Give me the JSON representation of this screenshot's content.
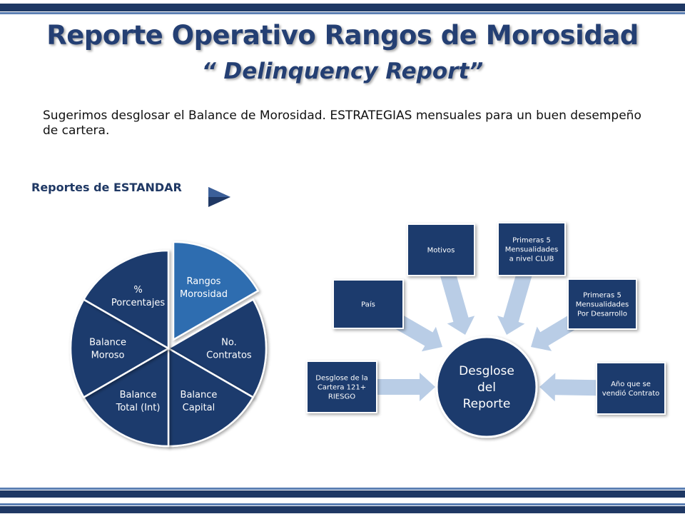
{
  "title": {
    "line1": "Reporte  Operativo Rangos de Morosidad",
    "line2": "“ Delinquency Report”"
  },
  "subtitle": "Sugerimos  desglosar el Balance de Morosidad.  ESTRATEGIAS mensuales para un buen desempeño de cartera.",
  "reports_label": "Reportes de ESTANDAR",
  "colors": {
    "navy": "#1e3a6d",
    "highlight": "#2e6db0",
    "arrow": "#b9cde6",
    "title": "#243f73",
    "bar_dark": "#1f3864",
    "bar_light": "#4a6fa5"
  },
  "icons": [
    "play-icon"
  ],
  "pie": {
    "segments": [
      {
        "id": "rangos-morosidad",
        "lines": [
          "Rangos",
          "Morosidad"
        ],
        "highlighted": true
      },
      {
        "id": "no-contratos",
        "lines": [
          "No.",
          "Contratos"
        ],
        "highlighted": false
      },
      {
        "id": "balance-capital",
        "lines": [
          "Balance",
          "Capital"
        ],
        "highlighted": false
      },
      {
        "id": "balance-total",
        "lines": [
          "Balance",
          "Total (Int)"
        ],
        "highlighted": false
      },
      {
        "id": "balance-moroso",
        "lines": [
          "Balance",
          "Moroso"
        ],
        "highlighted": false
      },
      {
        "id": "porcentajes",
        "lines": [
          "%",
          "Porcentajes"
        ],
        "highlighted": false
      }
    ]
  },
  "hub": {
    "lines": [
      "Desglose",
      "del",
      "Reporte"
    ],
    "boxes": [
      {
        "id": "desglose-cartera",
        "lines": [
          "Desglose de la",
          "Cartera 121+",
          "RIESGO"
        ]
      },
      {
        "id": "pais",
        "lines": [
          "País"
        ]
      },
      {
        "id": "motivos",
        "lines": [
          "Motivos"
        ]
      },
      {
        "id": "primeras-club",
        "lines": [
          "Primeras  5",
          "Mensualidades",
          "a nivel CLUB"
        ]
      },
      {
        "id": "primeras-desarrollo",
        "lines": [
          "Primeras 5",
          "Mensualidades",
          "Por Desarrollo"
        ]
      },
      {
        "id": "ano-contrato",
        "lines": [
          "Año que se",
          "vendió Contrato"
        ]
      }
    ]
  }
}
